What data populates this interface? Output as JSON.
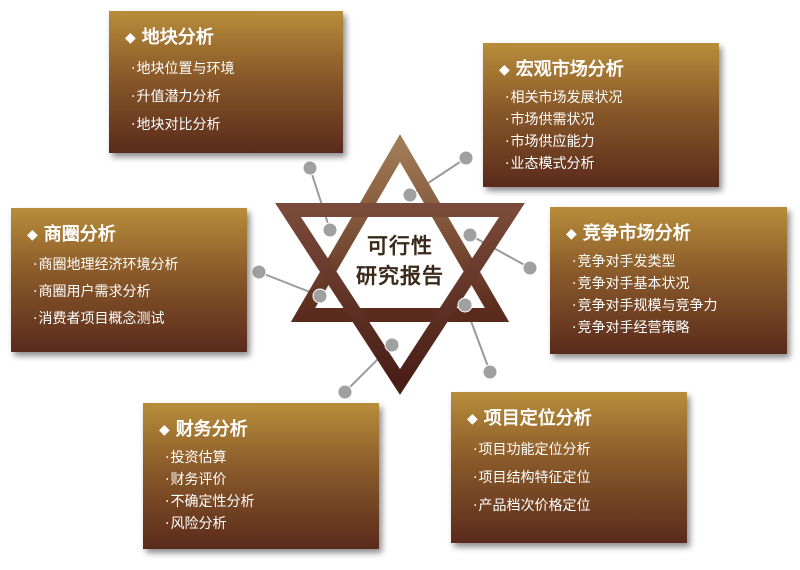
{
  "center": {
    "line1": "可行性",
    "line2": "研究报告"
  },
  "cards": {
    "dikuai": {
      "title": "地块分析",
      "items": [
        "地块位置与环境",
        "升值潜力分析",
        "地块对比分析"
      ]
    },
    "hongguan": {
      "title": "宏观市场分析",
      "items": [
        "相关市场发展状况",
        "市场供需状况",
        "市场供应能力",
        "业态模式分析"
      ]
    },
    "shangquan": {
      "title": "商圈分析",
      "items": [
        "商圈地理经济环境分析",
        "商圈用户需求分析",
        "消费者项目概念测试"
      ]
    },
    "jingzheng": {
      "title": "竞争市场分析",
      "items": [
        "竞争对手发类型",
        "竞争对手基本状况",
        "竞争对手规模与竞争力",
        "竞争对手经营策略"
      ]
    },
    "caiwu": {
      "title": "财务分析",
      "items": [
        "投资估算",
        "财务评价",
        "不确定性分析",
        "风险分析"
      ]
    },
    "xiangmu": {
      "title": "项目定位分析",
      "items": [
        "项目功能定位分析",
        "项目结构特征定位",
        "产品档次价格定位"
      ]
    }
  },
  "colors": {
    "card_top": "#b88d3a",
    "card_bottom": "#5a2a1c",
    "star_fill": "#6b3a2a",
    "connector": "#9a9a9a"
  }
}
